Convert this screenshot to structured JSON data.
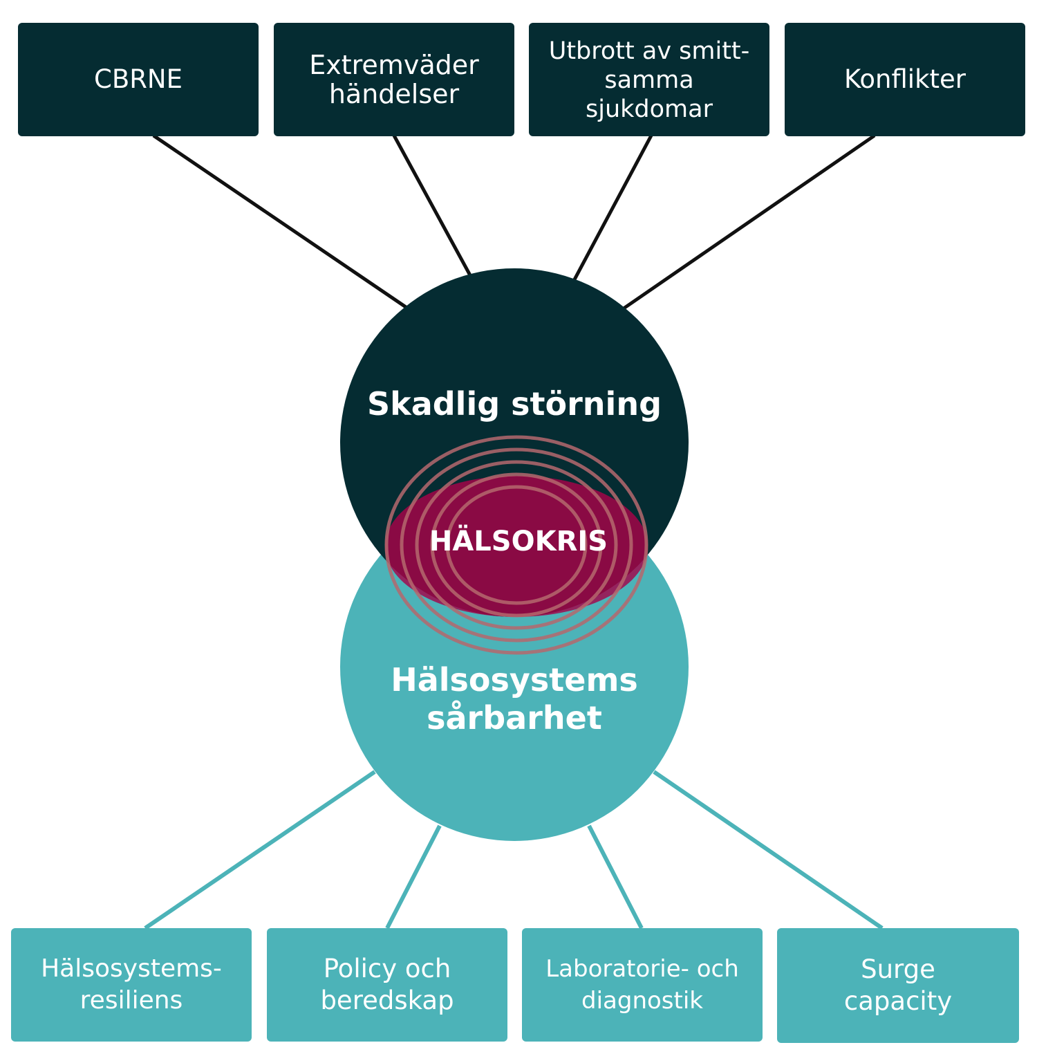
{
  "colors": {
    "dark": "#052c32",
    "teal": "#4cb3b8",
    "crisis": "#a10a4d",
    "ring": "#b5686e",
    "text": "#ffffff"
  },
  "top_boxes": [
    {
      "lines": [
        "CBRNE"
      ]
    },
    {
      "lines": [
        "Extremväder",
        "händelser"
      ]
    },
    {
      "lines": [
        "Utbrott av smitt-",
        "samma",
        "sjukdomar"
      ]
    },
    {
      "lines": [
        "Konflikter"
      ]
    }
  ],
  "circle_top": {
    "label": "Skadlig störning"
  },
  "crisis": {
    "label": "HÄLSOKRIS"
  },
  "circle_bottom": {
    "lines": [
      "Hälsosystems",
      "sårbarhet"
    ]
  },
  "bottom_boxes": [
    {
      "lines": [
        "Hälsosystems-",
        "resiliens"
      ]
    },
    {
      "lines": [
        "Policy och",
        "beredskap"
      ]
    },
    {
      "lines": [
        "Laboratorie- och",
        "diagnostik"
      ]
    },
    {
      "lines": [
        "Surge",
        "capacity"
      ]
    }
  ]
}
